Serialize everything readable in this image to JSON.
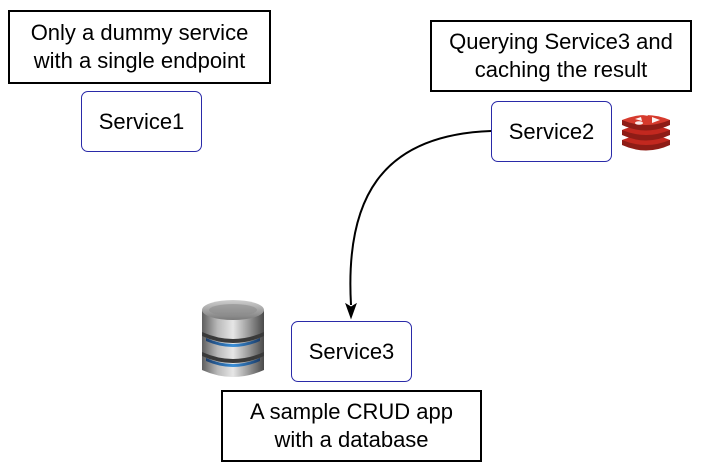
{
  "notes": {
    "service1_note": [
      "Only a dummy service",
      "with a single endpoint"
    ],
    "service2_note": [
      "Querying Service3 and",
      "caching the result"
    ],
    "service3_note": [
      "A sample CRUD app",
      "with a database"
    ]
  },
  "services": {
    "service1": "Service1",
    "service2": "Service2",
    "service3": "Service3"
  },
  "icons": {
    "cache": "redis-icon",
    "database": "database-icon"
  },
  "colors": {
    "service_border": "#2a2aa8",
    "redis": "#c2281f",
    "database_glow": "#3a8fd8"
  },
  "edges": [
    {
      "from": "Service2",
      "to": "Service3"
    }
  ]
}
